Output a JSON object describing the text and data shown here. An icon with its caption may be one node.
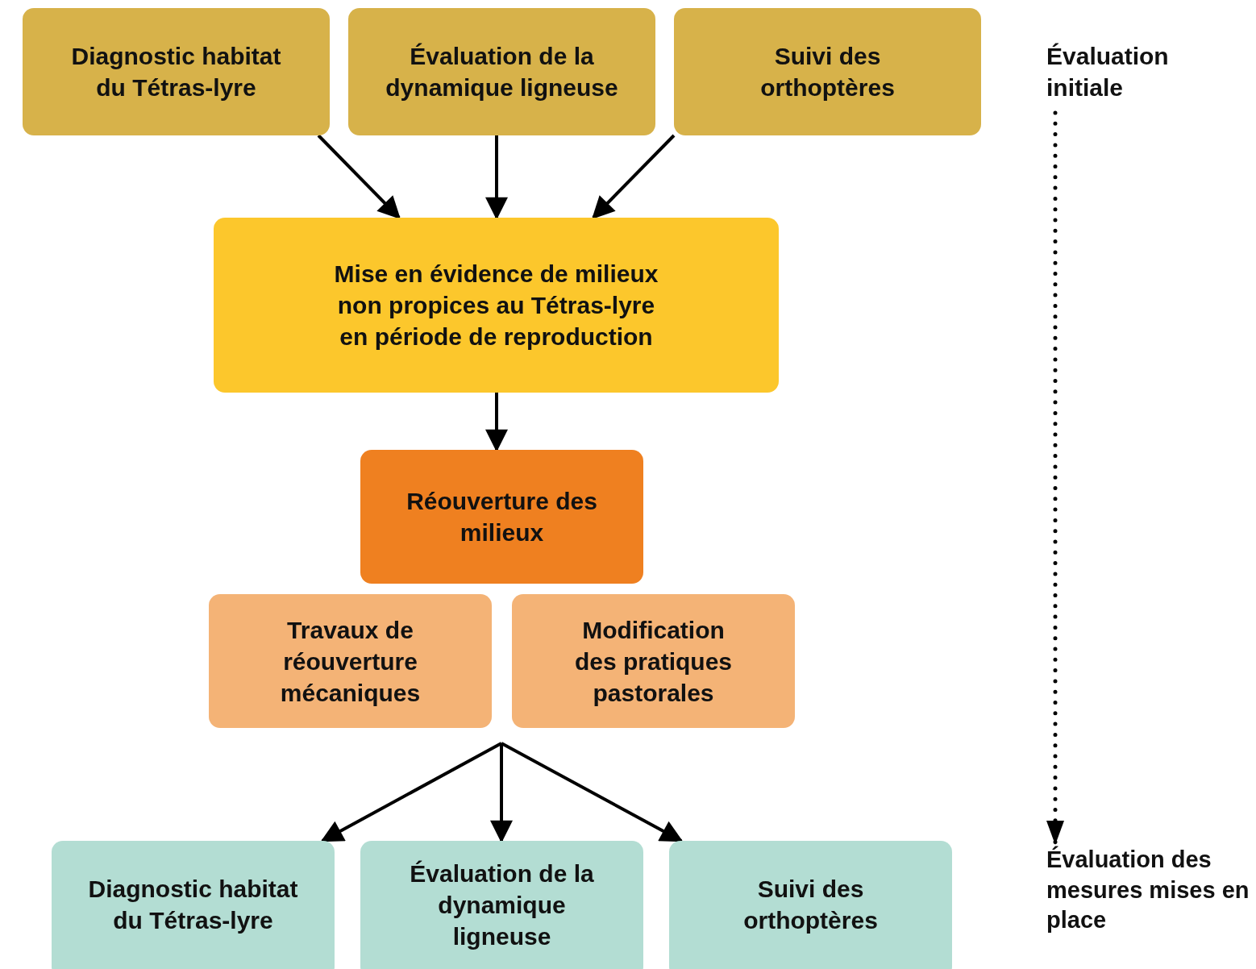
{
  "diagram": {
    "nodes": [
      {
        "text": [
          "Diagnostic habitat du Tétras-lyre"
        ]
      },
      {
        "text": [
          "Évaluation de la dynamique ligneuse"
        ]
      },
      {
        "text": [
          "Suivi des orthoptères"
        ]
      },
      {
        "text": [
          "Mise en évidence de milieux non propices au Tétras-lyre en période de reproduction"
        ]
      },
      {
        "text": [
          "Réouverture des milieux"
        ]
      },
      {
        "text": [
          "Travaux de réouverture mécaniques"
        ]
      },
      {
        "text": [
          "Modification des pratiques pastorales"
        ]
      },
      {
        "text": [
          "Diagnostic habitat du Tétras-lyre"
        ]
      },
      {
        "text": [
          "Évaluation de la dynamique ligneuse"
        ]
      },
      {
        "text": [
          "Suivi des orthoptères"
        ]
      },
      {
        "text": [
          "Évaluation initiale"
        ]
      },
      {
        "text": [
          "Évaluation des mesures mises en place"
        ]
      }
    ],
    "edges": [
      {
        "from": 0,
        "to": 3,
        "arrow": "to"
      },
      {
        "from": 1,
        "to": 3,
        "arrow": "to"
      },
      {
        "from": 2,
        "to": 3,
        "arrow": "to"
      },
      {
        "from": 3,
        "to": 4,
        "arrow": "to"
      },
      {
        "from": null,
        "to": 7,
        "arrow": "to"
      },
      {
        "from": null,
        "to": 8,
        "arrow": "to"
      },
      {
        "from": null,
        "to": 9,
        "arrow": "to"
      },
      {
        "from": 10,
        "to": 11,
        "arrow": "to",
        "style": "dashed"
      }
    ]
  }
}
